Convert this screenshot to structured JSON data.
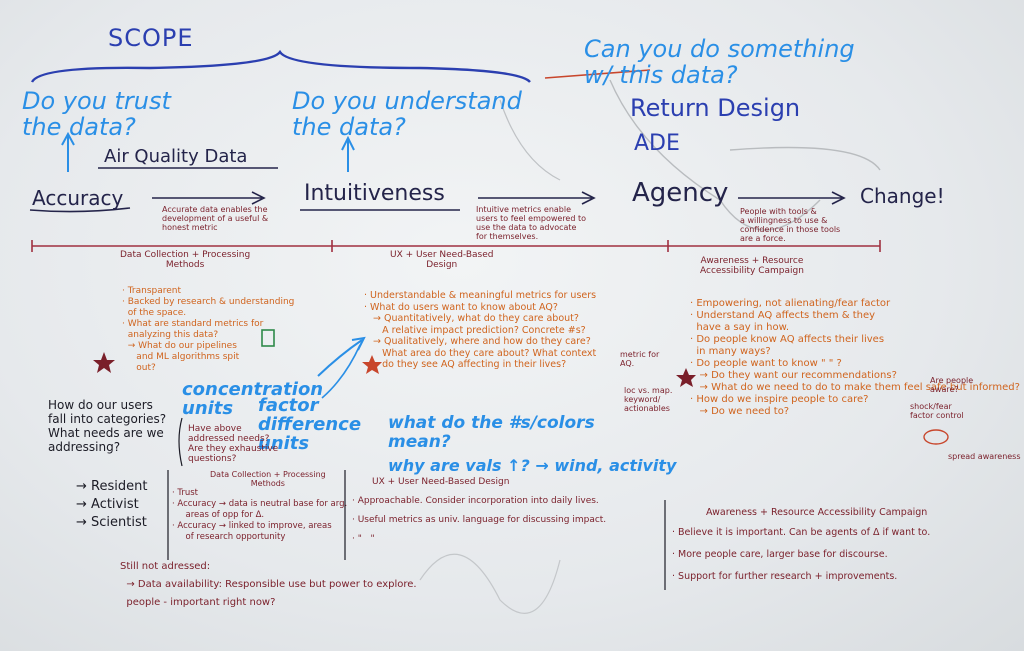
{
  "board": {
    "scope": "SCOPE",
    "q_trust": "Do you trust\nthe data?",
    "q_understand": "Do you understand\nthe data?",
    "q_can": "Can you do something\nw/ this data?",
    "return_design": "Return Design",
    "ade": "ADE",
    "air_quality": "Air Quality Data",
    "accuracy": "Accuracy",
    "intuitiveness": "Intuitiveness",
    "agency": "Agency",
    "change": "Change!",
    "note_accurate": "Accurate data enables the\ndevelopment of a useful &\nhonest metric",
    "note_intuitive": "Intuitive metrics enable\nusers to feel empowered to\nuse the data to advocate\nfor themselves.",
    "note_agency": "People with tools &\na willingness to use &\nconfidence in those tools\nare a force.",
    "col1_head": "Data Collection + Processing\nMethods",
    "col2_head": "UX + User Need-Based\nDesign",
    "col3_head": "Awareness + Resource\nAccessibility Campaign",
    "col1_items": "· Transparent\n· Backed by research & understanding\n  of the space.\n· What are standard metrics for\n  analyzing this data?\n  → What do our pipelines\n     and ML algorithms spit\n     out?",
    "col2_items": "· Understandable & meaningful metrics for users\n· What do users want to know about AQ?\n   → Quantitatively, what do they care about?\n      A relative impact prediction? Concrete #s?\n   → Qualitatively, where and how do they care?\n      What area do they care about? What context\n      do they see AQ affecting in their lives?",
    "col2_side": "metric for\nAQ.",
    "col2_side2": "loc vs. map.\nkeyword/\nactionables",
    "col3_items": "· Empowering, not alienating/fear factor\n· Understand AQ affects them & they\n  have a say in how.\n· Do people know AQ affects their lives\n  in many ways?\n· Do people want to know \" \" ?\n   → Do they want our recommendations?\n   → What do we need to do to make them feel safe but informed?\n· How do we inspire people to care?\n   → Do we need to?",
    "col3_side": "Are people\naware?",
    "col3_side2": "shock/fear\nfactor control",
    "col3_side3": "spread awareness",
    "conc": "concentration\nunits",
    "factor": "factor\ndifference\nunits",
    "what_nums": "what do the #s/colors\nmean?",
    "why_vals": "why are vals ↑? → wind, activity",
    "users_q": "How do our users\nfall into categories?\nWhat needs are we\naddressing?",
    "users_list": "→ Resident\n→ Activist\n→ Scientist",
    "have_above": "Have above\naddressed needs?\nAre they exhaustive\nquestions?",
    "b1_head": "Data Collection + Processing\nMethods",
    "b1_items": "· Trust\n· Accuracy → data is neutral base for arg.\n     areas of opp for Δ.\n· Accuracy → linked to improve, areas\n     of research opportunity",
    "b2_head": "UX + User Need-Based Design",
    "b2_items": "· Approachable. Consider incorporation into daily lives.\n· Useful metrics as univ. language for discussing impact.\n· \"   \"",
    "b3_head": "Awareness + Resource Accessibility Campaign",
    "b3_items": "· Believe it is important. Can be agents of Δ if want to.\n· More people care, larger base for discourse.\n· Support for further research + improvements.",
    "still": "Still not adressed:\n  → Data availability: Responsible use but power to explore.\n  people - important right now?"
  }
}
